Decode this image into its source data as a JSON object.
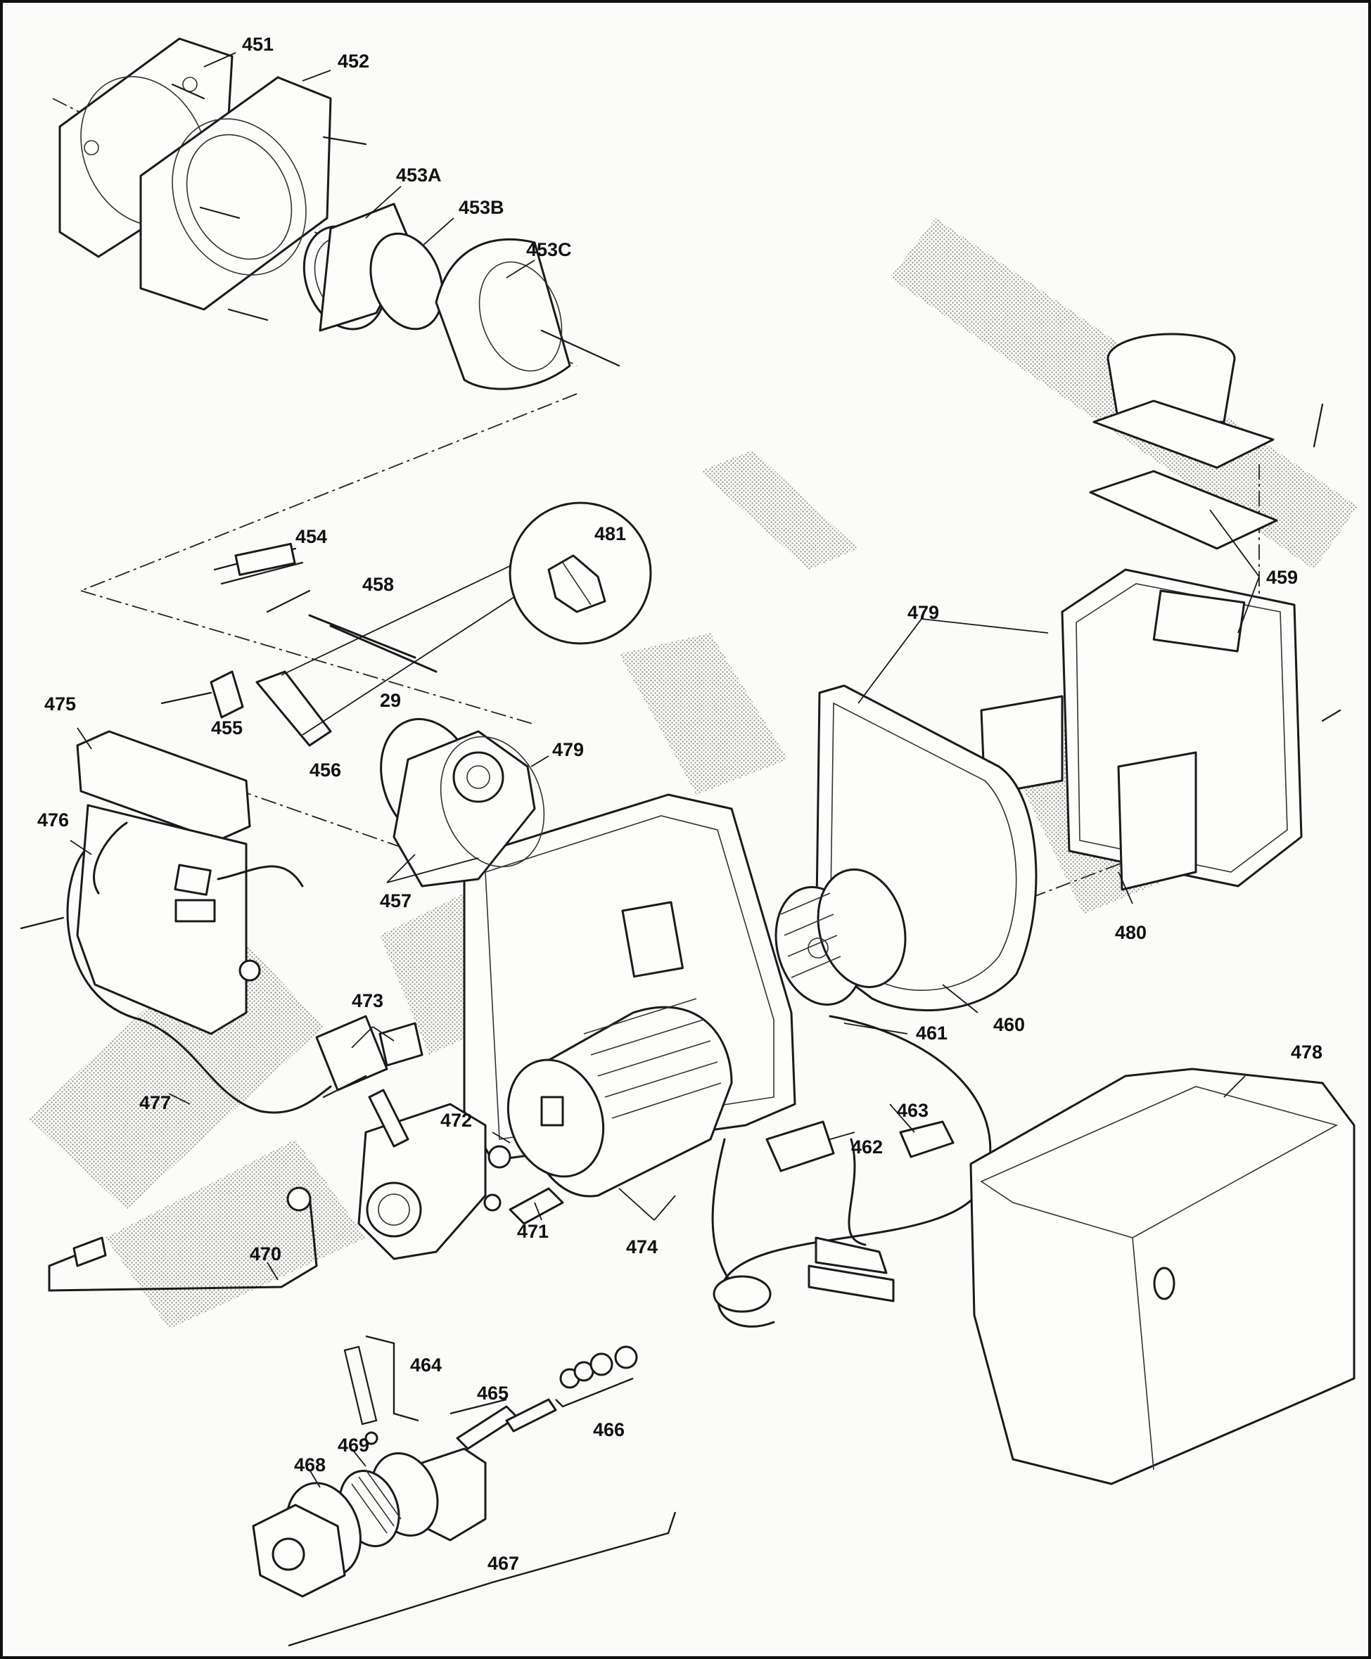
{
  "diagram": {
    "callouts": [
      {
        "id": "451",
        "label": "451"
      },
      {
        "id": "452",
        "label": "452"
      },
      {
        "id": "453A",
        "label": "453A"
      },
      {
        "id": "453B",
        "label": "453B"
      },
      {
        "id": "453C",
        "label": "453C"
      },
      {
        "id": "454",
        "label": "454"
      },
      {
        "id": "455",
        "label": "455"
      },
      {
        "id": "456",
        "label": "456"
      },
      {
        "id": "457",
        "label": "457"
      },
      {
        "id": "458",
        "label": "458"
      },
      {
        "id": "459",
        "label": "459"
      },
      {
        "id": "460",
        "label": "460"
      },
      {
        "id": "461",
        "label": "461"
      },
      {
        "id": "462",
        "label": "462"
      },
      {
        "id": "463",
        "label": "463"
      },
      {
        "id": "464",
        "label": "464"
      },
      {
        "id": "465",
        "label": "465"
      },
      {
        "id": "466",
        "label": "466"
      },
      {
        "id": "467",
        "label": "467"
      },
      {
        "id": "468",
        "label": "468"
      },
      {
        "id": "469",
        "label": "469"
      },
      {
        "id": "470",
        "label": "470"
      },
      {
        "id": "471",
        "label": "471"
      },
      {
        "id": "472",
        "label": "472"
      },
      {
        "id": "473",
        "label": "473"
      },
      {
        "id": "474",
        "label": "474"
      },
      {
        "id": "475",
        "label": "475"
      },
      {
        "id": "476",
        "label": "476"
      },
      {
        "id": "477",
        "label": "477"
      },
      {
        "id": "478",
        "label": "478"
      },
      {
        "id": "479a",
        "label": "479"
      },
      {
        "id": "479b",
        "label": "479"
      },
      {
        "id": "480",
        "label": "480"
      },
      {
        "id": "481",
        "label": "481"
      },
      {
        "id": "29",
        "label": "29"
      }
    ]
  }
}
